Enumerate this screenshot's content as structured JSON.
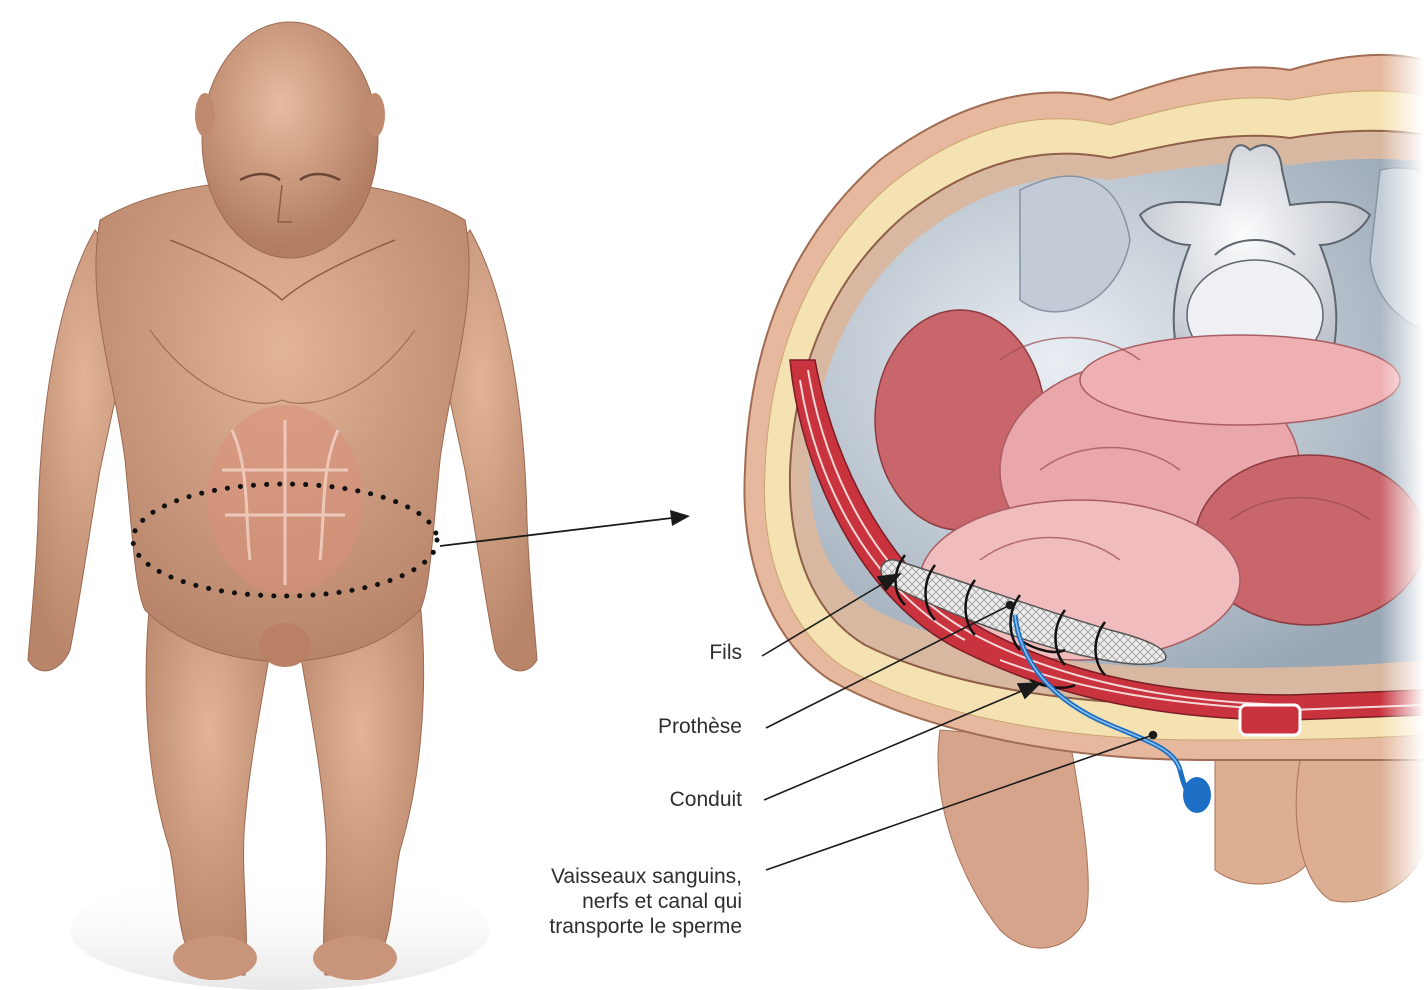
{
  "labels": {
    "fils": "Fils",
    "prothese": "Prothèse",
    "conduit": "Conduit",
    "vaisseaux": "Vaisseaux sanguins,\nnerfs et canal qui\ntransporte le sperme"
  },
  "colors": {
    "skin": "#d7a98c",
    "skin_shadow": "#b98468",
    "muscle": "#c9333e",
    "fat": "#f3dca0",
    "bone": "#e4e7ec",
    "intestine": "#cf6f72",
    "intestine_light": "#efb4b6",
    "cavity": "#aebac6",
    "mesh": "#d8d8d8",
    "duct": "#1c6fc4",
    "leader_line": "#1a1a1a"
  }
}
